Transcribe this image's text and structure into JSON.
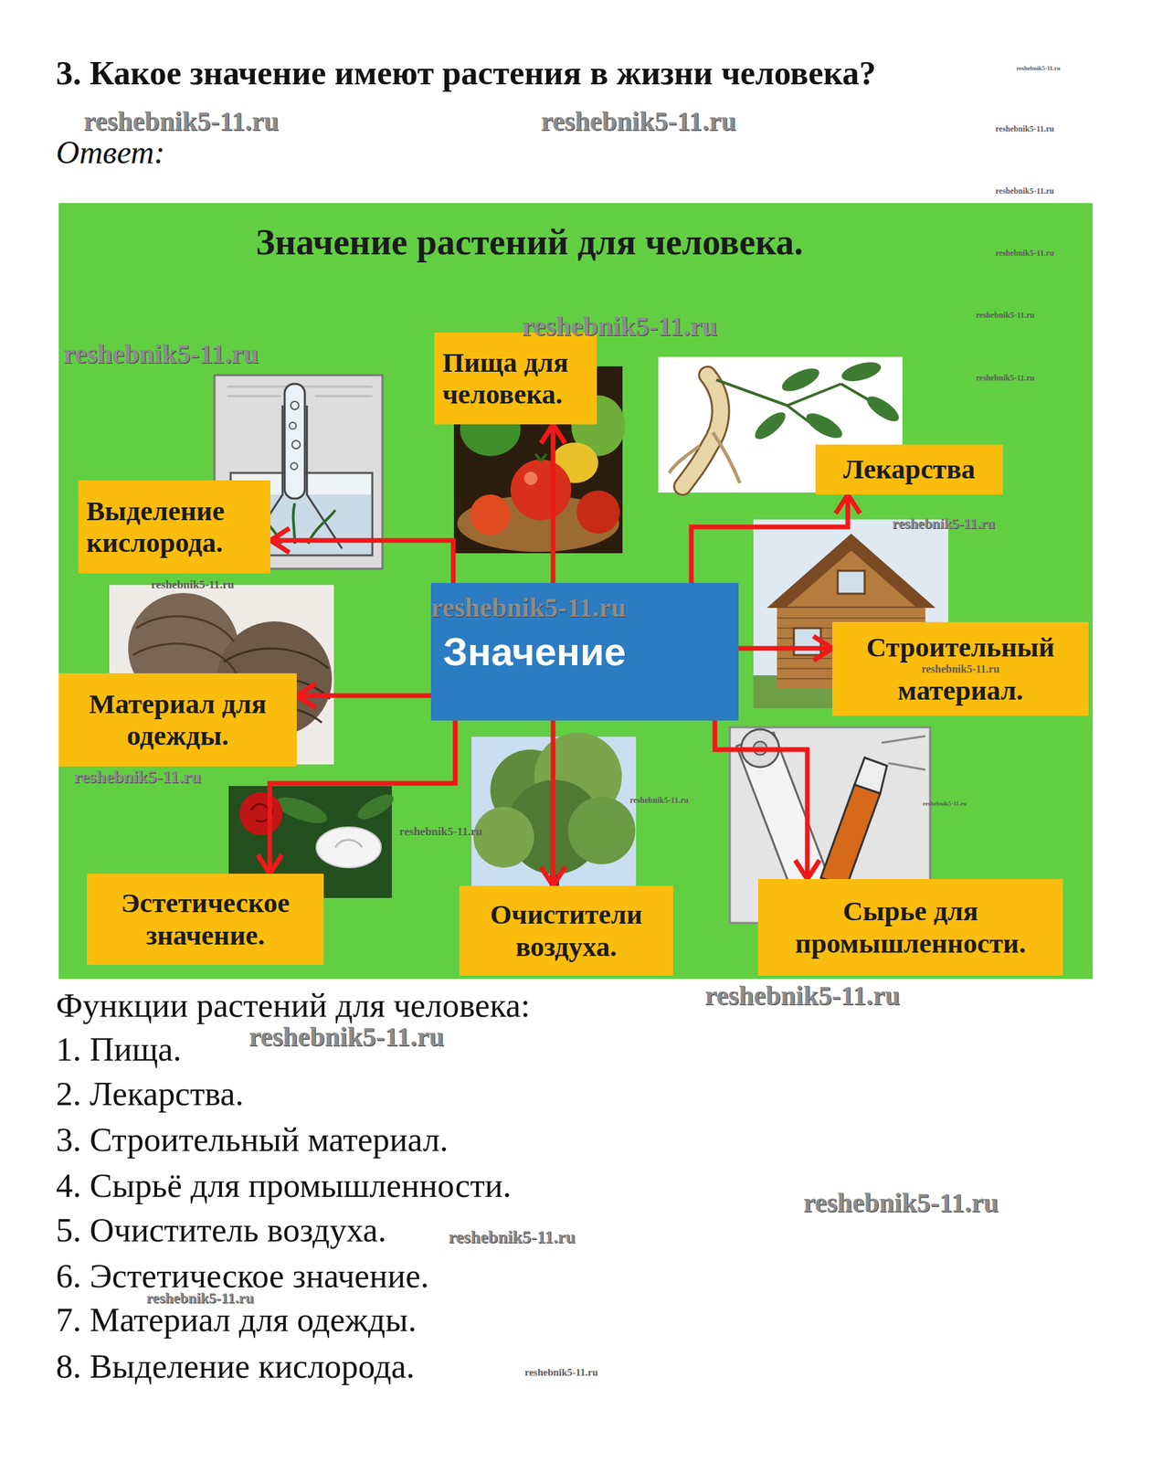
{
  "diagram": {
    "title": "3. Какое значение имеют растения в жизни человека?",
    "nodes": [
      {
        "text": [
          "Значение растений для человека."
        ]
      },
      {
        "text": [
          "Значение"
        ],
        "in": 0
      },
      {
        "text": [
          "Пища для человека."
        ],
        "in": 0
      },
      {
        "text": [
          "Лекарства"
        ],
        "in": 0
      },
      {
        "text": [
          "Строительный материал."
        ],
        "in": 0
      },
      {
        "text": [
          "Сырье для промышленности."
        ],
        "in": 0
      },
      {
        "text": [
          "Очистители воздуха."
        ],
        "in": 0
      },
      {
        "text": [
          "Эстетическое значение."
        ],
        "in": 0
      },
      {
        "text": [
          "Материал для одежды."
        ],
        "in": 0
      },
      {
        "text": [
          "Выделение кислорода."
        ],
        "in": 0
      }
    ],
    "edges": [
      {
        "from": 1,
        "to": 2,
        "arrow": "to"
      },
      {
        "from": 1,
        "to": 3,
        "arrow": "to"
      },
      {
        "from": 1,
        "to": 4,
        "arrow": "to"
      },
      {
        "from": 1,
        "to": 5,
        "arrow": "to"
      },
      {
        "from": 1,
        "to": 6,
        "arrow": "to"
      },
      {
        "from": 1,
        "to": 7,
        "arrow": "to"
      },
      {
        "from": 1,
        "to": 8,
        "arrow": "to"
      },
      {
        "from": 1,
        "to": 9,
        "arrow": "to"
      }
    ],
    "labels": [
      "reshebnik5-11.ru",
      "reshebnik5-11.ru",
      "reshebnik5-11.ru",
      "reshebnik5-11.ru",
      "Ответ:",
      "reshebnik5-11.ru",
      "reshebnik5-11.ru",
      "reshebnik5-11.ru",
      "reshebnik5-11.ru",
      "reshebnik5-11.ru",
      "reshebnik5-11.ru",
      "reshebnik5-11.ru",
      "reshebnik5-11.ru",
      "reshebnik5-11.ru",
      "reshebnik5-11.ru",
      "reshebnik5-11.ru",
      "reshebnik5-11.ru",
      "reshebnik5-11.ru",
      "reshebnik5-11.ru",
      "Функции растений для человека:",
      "reshebnik5-11.ru",
      "1. Пища.",
      "reshebnik5-11.ru",
      "2. Лекарства.",
      "3. Строительный материал.",
      "4. Сырьё для промышленности.",
      "reshebnik5-11.ru",
      "5. Очиститель воздуха.",
      "reshebnik5-11.ru",
      "6. Эстетическое значение.",
      "reshebnik5-11.ru",
      "7. Материал для одежды.",
      "8. Выделение кислорода.",
      "reshebnik5-11.ru"
    ]
  }
}
